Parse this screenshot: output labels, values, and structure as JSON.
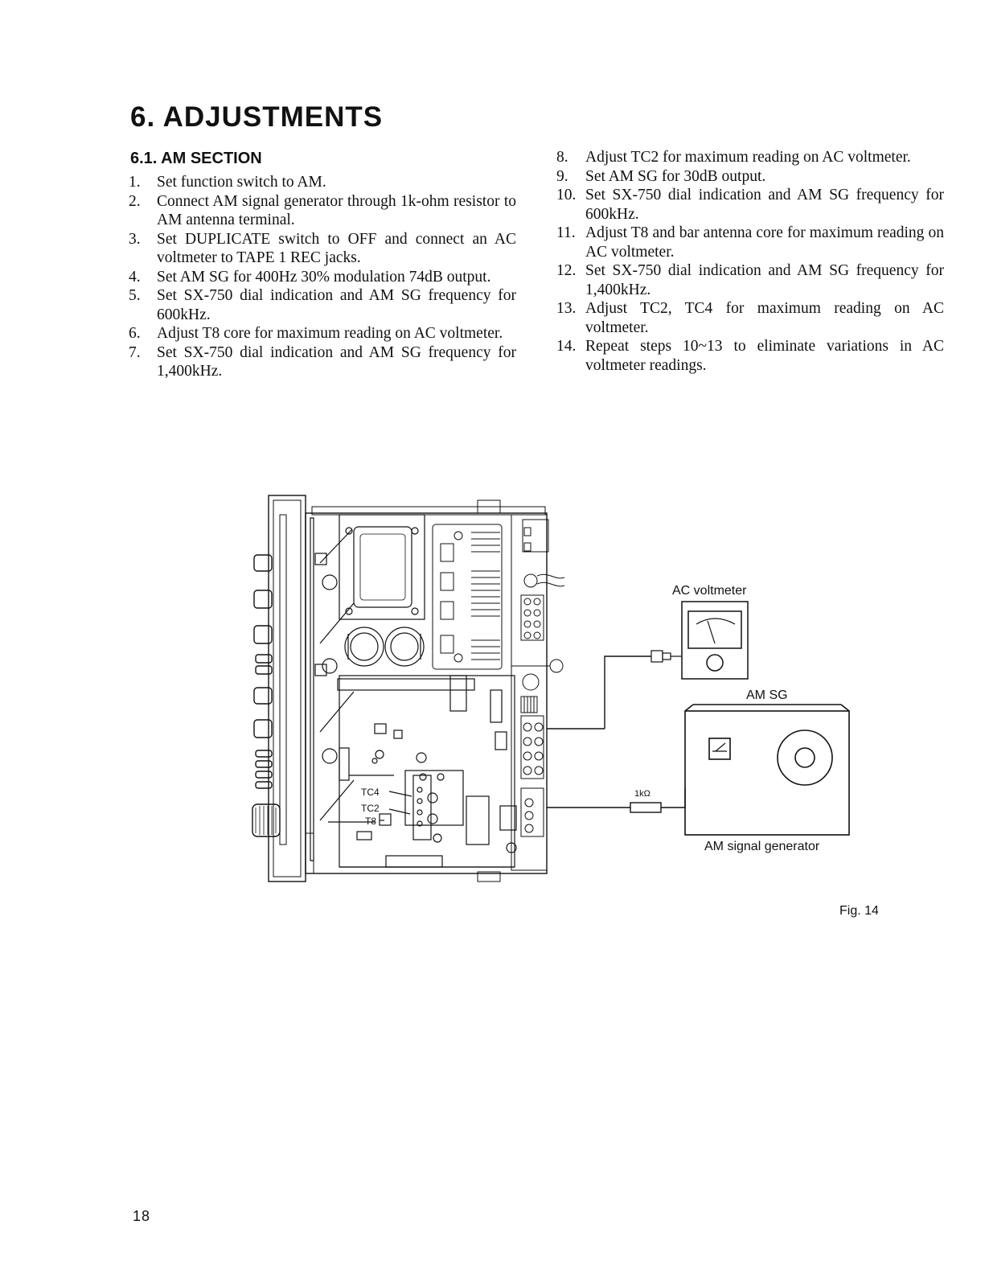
{
  "heading": "6. ADJUSTMENTS",
  "subheading": "6.1. AM SECTION",
  "steps_left": [
    {
      "num": "1.",
      "text": "Set function switch to AM."
    },
    {
      "num": "2.",
      "text": "Connect AM signal generator through 1k-ohm resistor to AM antenna terminal."
    },
    {
      "num": "3.",
      "text": "Set DUPLICATE switch to OFF and connect an AC voltmeter to TAPE 1 REC jacks."
    },
    {
      "num": "4.",
      "text": "Set AM SG for 400Hz 30% modulation 74dB output."
    },
    {
      "num": "5.",
      "text": "Set SX-750 dial indication and AM SG frequency for 600kHz."
    },
    {
      "num": "6.",
      "text": "Adjust T8 core for maximum reading on AC voltmeter."
    },
    {
      "num": "7.",
      "text": "Set SX-750 dial indication and AM SG frequency for 1,400kHz."
    }
  ],
  "steps_right": [
    {
      "num": "8.",
      "text": "Adjust TC2 for maximum reading on AC voltmeter."
    },
    {
      "num": "9.",
      "text": "Set AM SG for 30dB output."
    },
    {
      "num": "10.",
      "text": "Set SX-750 dial indication and AM SG frequency for 600kHz."
    },
    {
      "num": "11.",
      "text": "Adjust T8 and bar antenna core for maximum reading on AC voltmeter."
    },
    {
      "num": "12.",
      "text": "Set SX-750 dial indication and AM SG frequency for 1,400kHz."
    },
    {
      "num": "13.",
      "text": "Adjust TC2, TC4 for maximum reading on AC voltmeter."
    },
    {
      "num": "14.",
      "text": "Repeat steps 10~13 to eliminate variations in AC voltmeter readings."
    }
  ],
  "figure": {
    "label_ac_voltmeter": "AC voltmeter",
    "label_am_sg": "AM SG",
    "label_am_signal_generator": "AM signal generator",
    "label_resistor": "1kΩ",
    "label_tc4": "TC4",
    "label_tc2": "TC2",
    "label_t8": "T8",
    "caption": "Fig. 14"
  },
  "page_number": "18"
}
